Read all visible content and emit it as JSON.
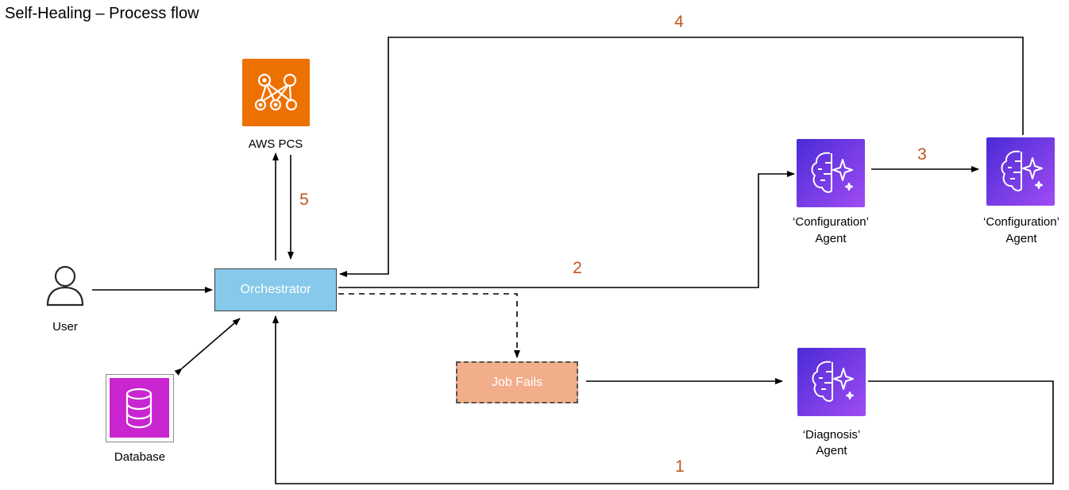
{
  "title": "Self-Healing – Process flow",
  "nodes": {
    "aws_pcs": {
      "label": "AWS PCS",
      "color": "#ed7100",
      "icon": "neural-network-icon"
    },
    "orchestrator": {
      "label": "Orchestrator",
      "color": "#87c9ea"
    },
    "user": {
      "label": "User",
      "icon": "user-icon"
    },
    "database": {
      "label": "Database",
      "color": "#c925d1",
      "icon": "database-icon"
    },
    "job_fails": {
      "label": "Job Fails",
      "color": "#f2ad8a"
    },
    "config_agent_1": {
      "line1": "‘Configuration’",
      "line2": "Agent",
      "icon": "agent-brain-icon"
    },
    "config_agent_2": {
      "line1": "‘Configuration’",
      "line2": "Agent",
      "icon": "agent-brain-icon"
    },
    "diagnosis_agent": {
      "line1": "‘Diagnosis’",
      "line2": "Agent",
      "icon": "agent-brain-icon"
    }
  },
  "steps": {
    "s1": "1",
    "s2": "2",
    "s3": "3",
    "s4": "4",
    "s5": "5"
  },
  "colors": {
    "agent_gradient_start": "#4a2bd6",
    "agent_gradient_end": "#a04cf3",
    "step_number": "#c0551f"
  }
}
